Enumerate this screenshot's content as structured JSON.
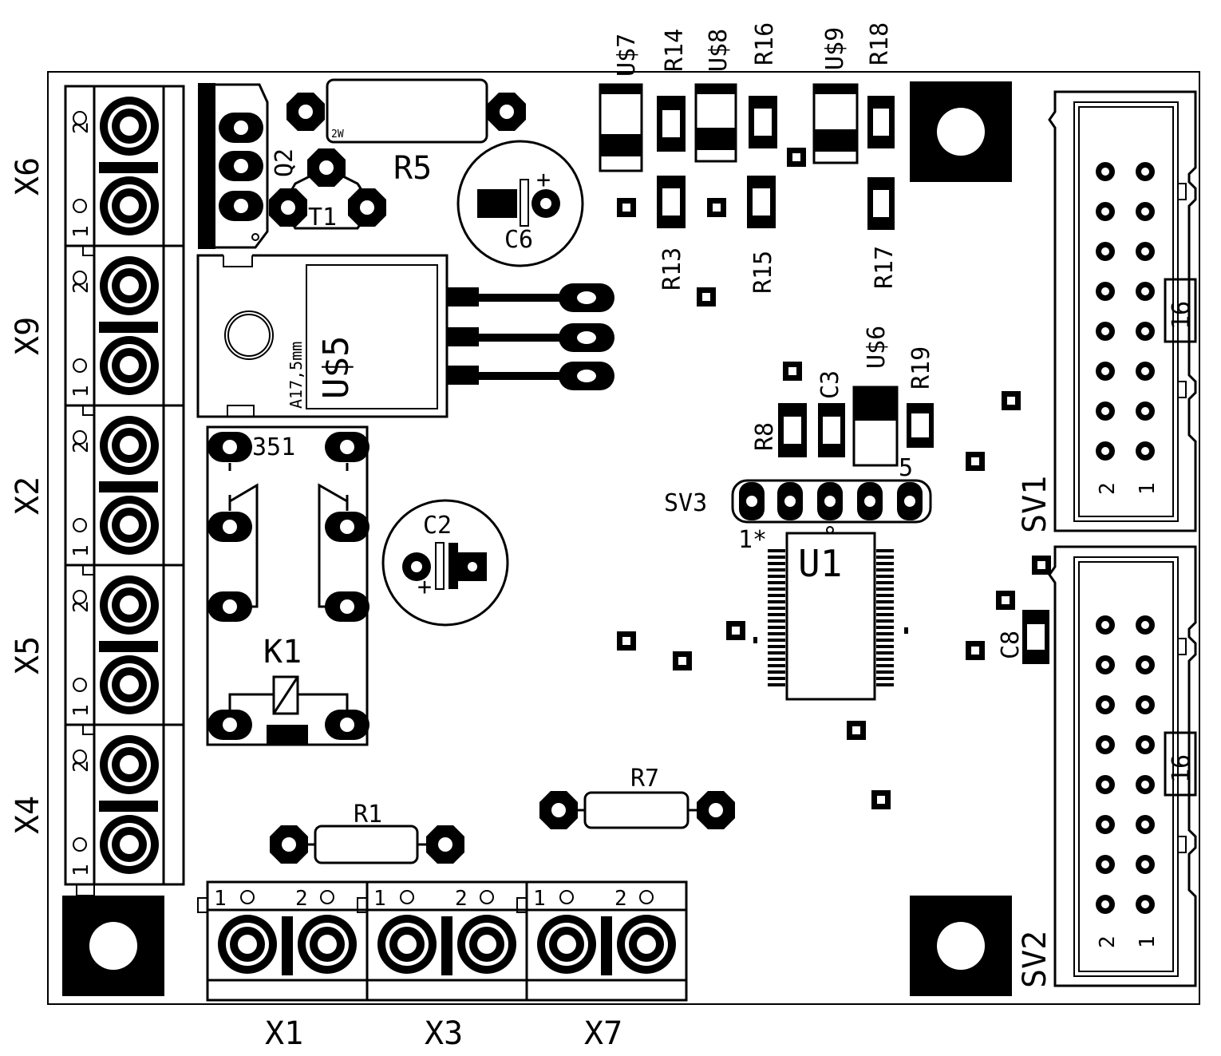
{
  "labels": {
    "x6": "X6",
    "x9": "X9",
    "x2": "X2",
    "x5": "X5",
    "x4": "X4",
    "x1": "X1",
    "x3": "X3",
    "x7": "X7",
    "q2": "Q2",
    "r5": "R5",
    "r5_power": "2W",
    "t1": "T1",
    "c6": "C6",
    "u7": "U$7",
    "r14": "R14",
    "u8": "U$8",
    "r16": "R16",
    "u9": "U$9",
    "r18": "R18",
    "r13": "R13",
    "r15": "R15",
    "r17": "R17",
    "u5": "U$5",
    "u5_sub": "A17,5mm",
    "u6": "U$6",
    "r19": "R19",
    "c3": "C3",
    "r8": "R8",
    "sv3": "SV3",
    "sv3_pin1": "1*",
    "sv3_pin5": "5",
    "u1": "U1",
    "c2": "C2",
    "k1": "K1",
    "k1_code": "351",
    "c8": "C8",
    "r1": "R1",
    "r7": "R7",
    "sv1": "SV1",
    "sv2": "SV2",
    "sv_pin16": "16",
    "sv_pin2": "2",
    "sv_pin1": "1",
    "pin1": "1",
    "pin2": "2",
    "plus": "+"
  }
}
